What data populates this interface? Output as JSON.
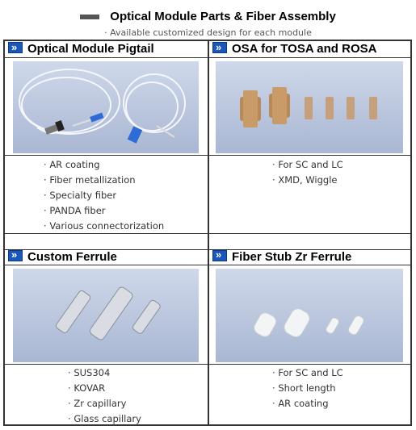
{
  "page": {
    "title": "Optical Module Parts & Fiber Assembly",
    "subtitle": "Available customized design for each module"
  },
  "sections": [
    {
      "header": "Optical Module Pigtail",
      "features": [
        "AR coating",
        "Fiber metallization",
        "Specialty fiber",
        "PANDA fiber",
        "Various connectorization"
      ]
    },
    {
      "header": "OSA for TOSA and ROSA",
      "features": [
        "For SC and LC",
        "XMD, Wiggle"
      ]
    },
    {
      "header": "Custom Ferrule",
      "features": [
        "SUS304",
        "KOVAR",
        "Zr capillary",
        "Glass capillary"
      ]
    },
    {
      "header": "Fiber Stub Zr Ferrule",
      "features": [
        "For SC and LC",
        "Short length",
        "AR coating"
      ]
    }
  ],
  "icons": {
    "section_header": "arrow-right-icon"
  },
  "colors": {
    "header_icon": "#1a57b8",
    "photo_bg_top": "#cfd8ea",
    "photo_bg_bottom": "#a9b7d3"
  }
}
